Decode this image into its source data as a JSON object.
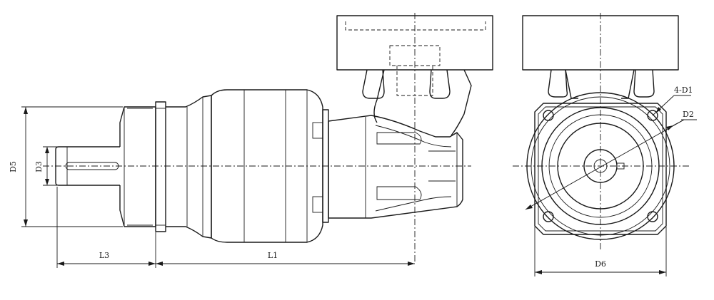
{
  "labels": {
    "d5": "D5",
    "d3": "D3",
    "l3": "L3",
    "l1": "L1",
    "d1": "4-D1",
    "d2": "D2",
    "d6": "D6"
  }
}
